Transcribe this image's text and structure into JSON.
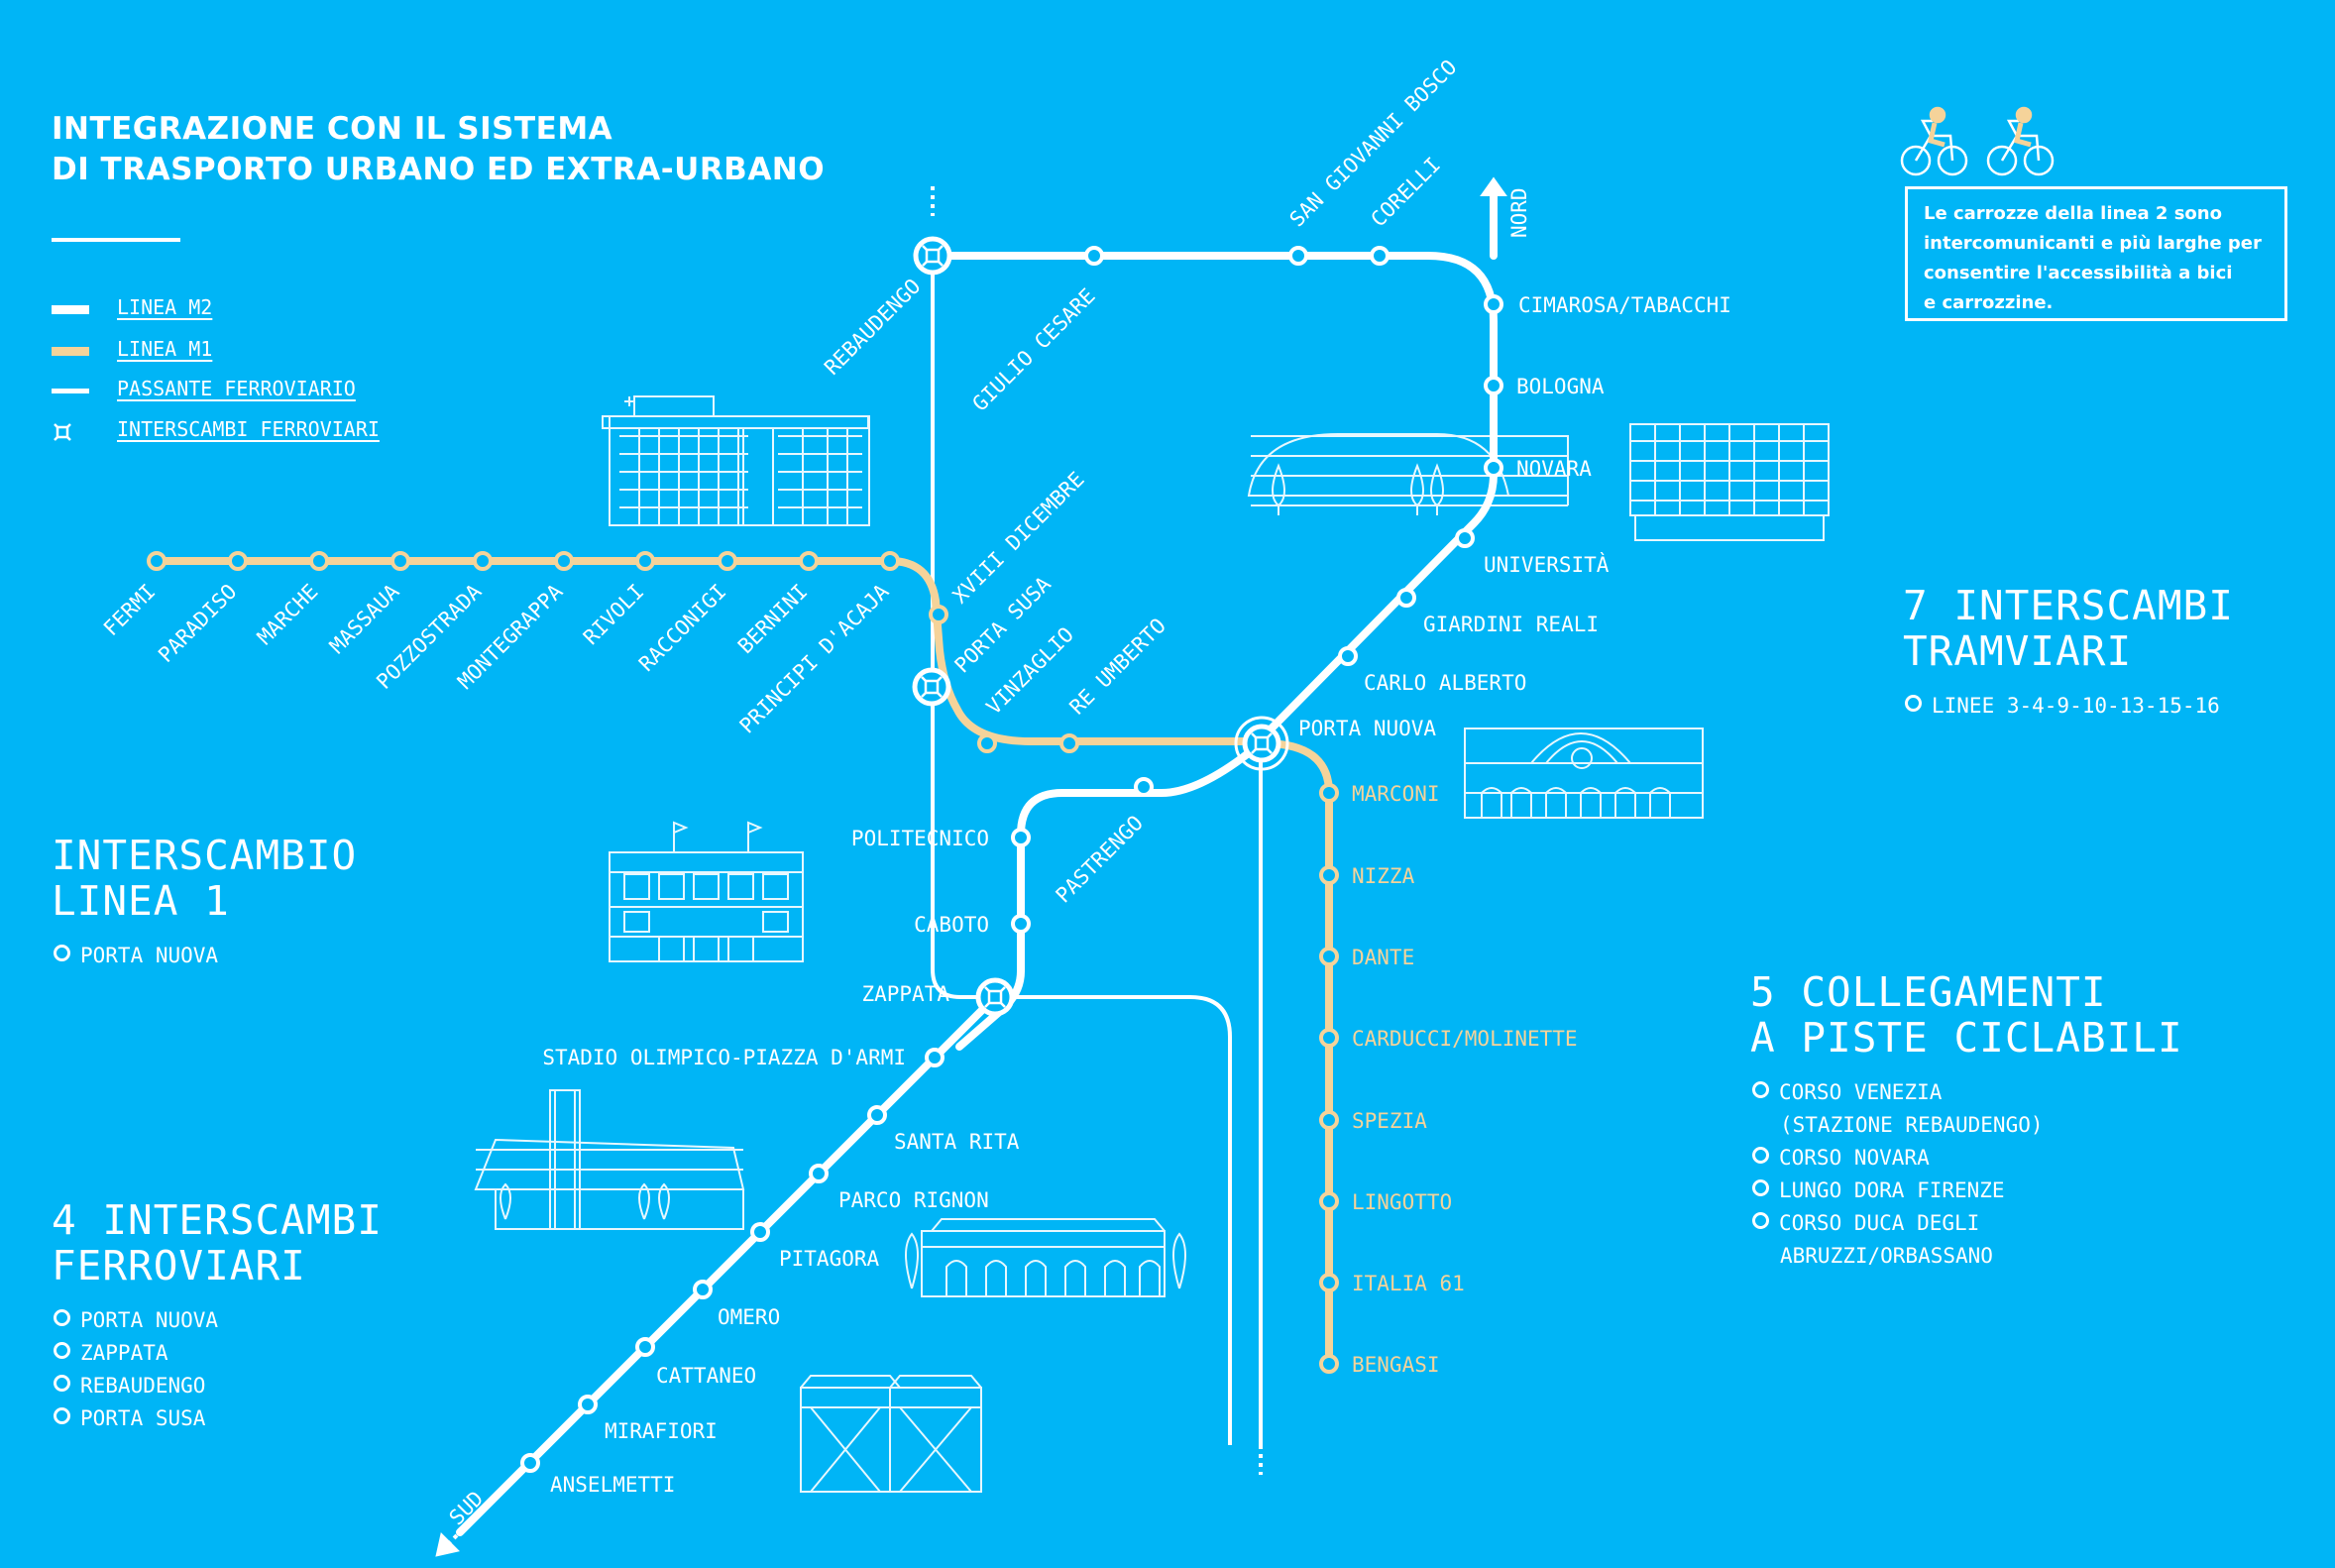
{
  "title": {
    "line1": "INTEGRAZIONE CON IL SISTEMA",
    "line2": "DI TRASPORTO URBANO ED EXTRA-URBANO"
  },
  "legend": [
    {
      "label": "LINEA M2",
      "color": "#ffffff",
      "symbol": "line-swatch"
    },
    {
      "label": "LINEA M1",
      "color": "#f5d39a",
      "symbol": "line-swatch"
    },
    {
      "label": "PASSANTE FERROVIARIO",
      "color": "#ffffff",
      "symbol": "thin-line-swatch"
    },
    {
      "label": "INTERSCAMBI FERROVIARI",
      "color": "#ffffff",
      "symbol": "interchange-icon"
    }
  ],
  "interscambio_linea1": {
    "line1": "INTERSCAMBIO",
    "line2": "LINEA 1",
    "items": [
      "PORTA NUOVA"
    ]
  },
  "interscambi_ferroviari": {
    "line1": "4 INTERSCAMBI",
    "line2": "FERROVIARI",
    "items": [
      "PORTA NUOVA",
      "ZAPPATA",
      "REBAUDENGO",
      "PORTA SUSA"
    ]
  },
  "interscambi_tramviari": {
    "line1": "7 INTERSCAMBI",
    "line2": "TRAMVIARI",
    "items": [
      "LINEE 3-4-9-10-13-15-16"
    ]
  },
  "collegamenti_ciclabili": {
    "line1": "5 COLLEGAMENTI",
    "line2": "A PISTE CICLABILI",
    "items": [
      "CORSO VENEZIA",
      "(STAZIONE REBAUDENGO)",
      "CORSO NOVARA",
      "LUNGO DORA FIRENZE",
      "CORSO DUCA DEGLI",
      "ABRUZZI/ORBASSANO"
    ]
  },
  "bike_note": {
    "line1": "Le carrozze della linea 2 sono",
    "line2": "intercomunicanti e più larghe per",
    "line3": "consentire l'accessibilità a bici",
    "line4": "e carrozzine."
  },
  "directions": {
    "north": "NORD",
    "south": "SUD"
  },
  "colors": {
    "background": "#00b5f6",
    "m1": "#f5d39a",
    "m2": "#ffffff"
  },
  "stations": {
    "m1_west": [
      "FERMI",
      "PARADISO",
      "MARCHE",
      "MASSAUA",
      "POZZOSTRADA",
      "MONTEGRAPPA",
      "RIVOLI",
      "RACCONIGI",
      "BERNINI",
      "PRINCIPI D'ACAJA",
      "XVIII DICEMBRE",
      "PORTA SUSA",
      "VINZAGLIO",
      "RE UMBERTO"
    ],
    "m1_south": [
      "MARCONI",
      "NIZZA",
      "DANTE",
      "CARDUCCI/MOLINETTE",
      "SPEZIA",
      "LINGOTTO",
      "ITALIA 61",
      "BENGASI"
    ],
    "m2_north": [
      "REBAUDENGO",
      "GIULIO CESARE",
      "SAN GIOVANNI BOSCO",
      "CORELLI",
      "CIMAROSA/TABACCHI",
      "BOLOGNA",
      "NOVARA",
      "UNIVERSITÀ",
      "GIARDINI REALI",
      "CARLO ALBERTO",
      "PORTA NUOVA"
    ],
    "m2_south": [
      "PASTRENGO",
      "POLITECNICO",
      "CABOTO",
      "ZAPPATA",
      "STADIO OLIMPICO-PIAZZA D'ARMI",
      "SANTA RITA",
      "PARCO RIGNON",
      "PITAGORA",
      "OMERO",
      "CATTANEO",
      "MIRAFIORI",
      "ANSELMETTI"
    ]
  }
}
